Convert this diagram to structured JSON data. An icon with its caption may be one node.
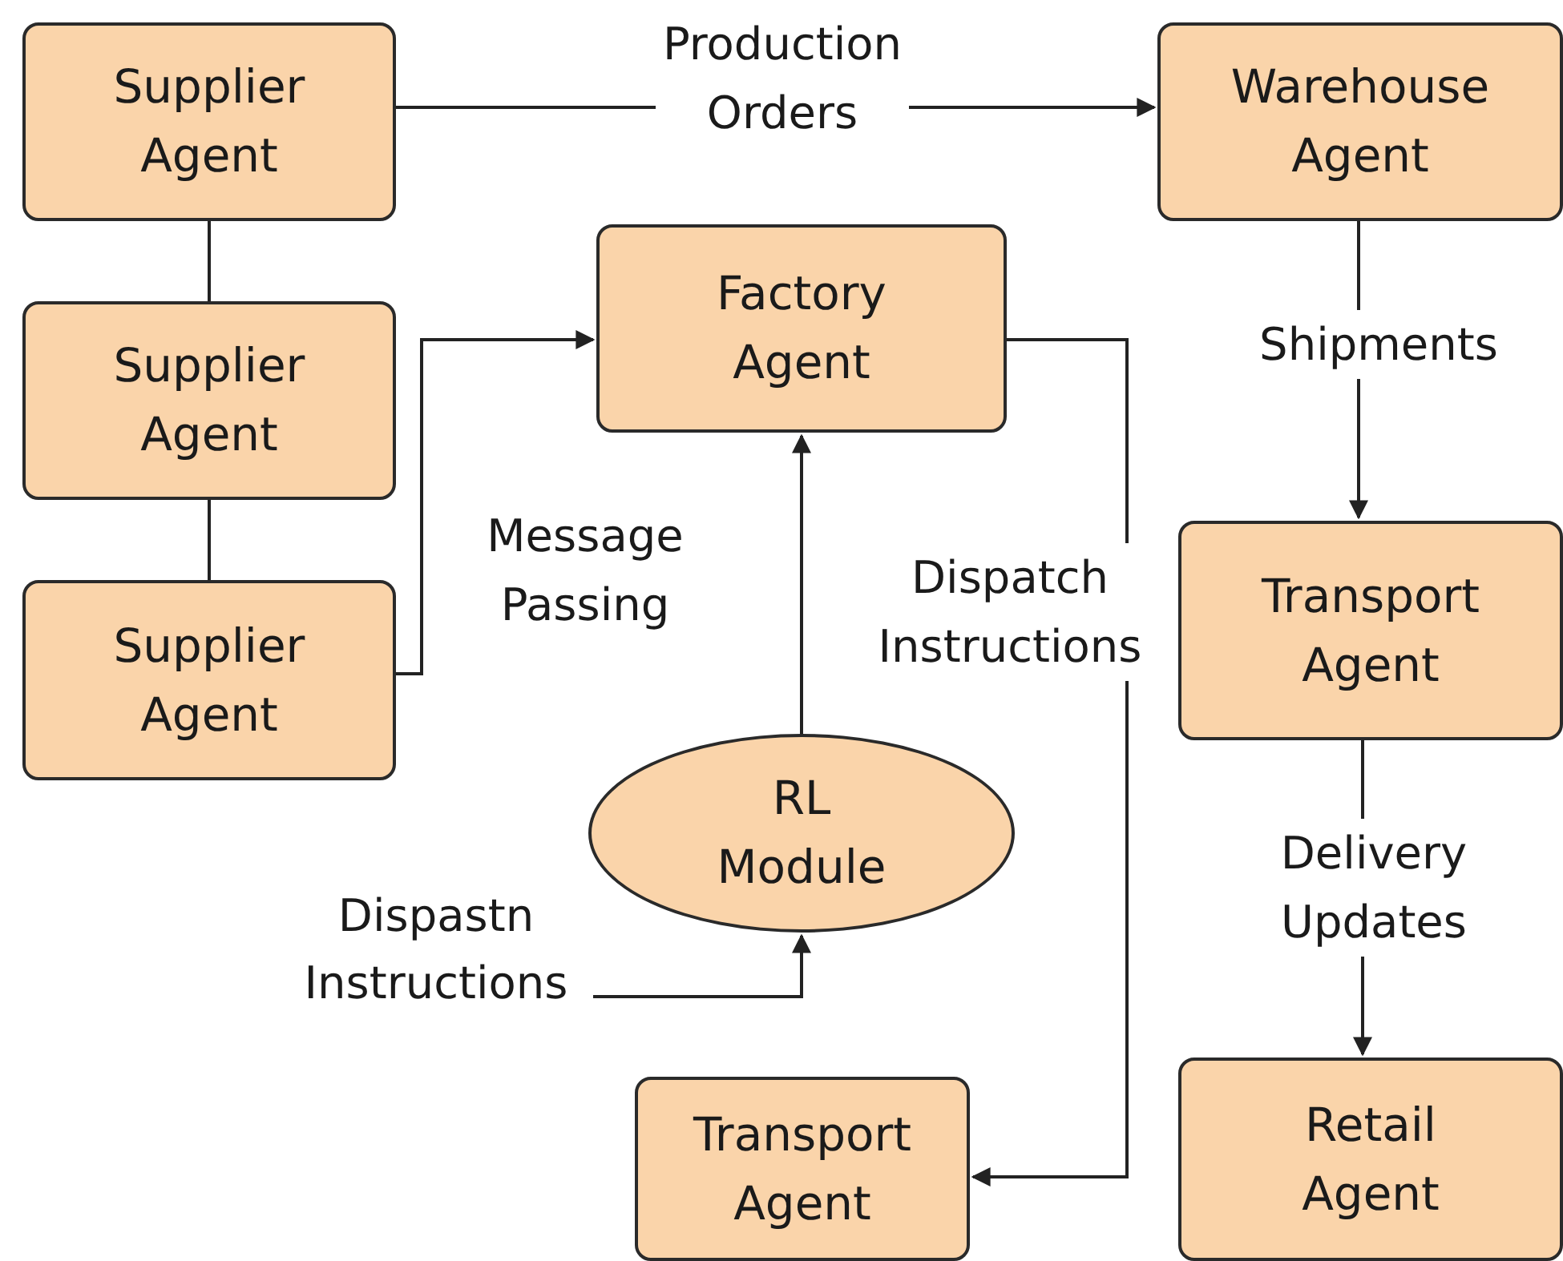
{
  "diagram": {
    "nodes": [
      {
        "text": [
          "Supplier Agent"
        ]
      },
      {
        "text": [
          "Supplier Agent"
        ]
      },
      {
        "text": [
          "Supplier Agent"
        ]
      },
      {
        "text": [
          "Factory Agent"
        ]
      },
      {
        "text": [
          "Warehouse Agent"
        ]
      },
      {
        "text": [
          "Transport Agent"
        ]
      },
      {
        "text": [
          "RL Module"
        ]
      },
      {
        "text": [
          "Transport Agent"
        ]
      },
      {
        "text": [
          "Retail Agent"
        ]
      },
      {
        "text": [
          "Dispastn Instructions"
        ]
      }
    ],
    "edges": [
      {
        "from": 0,
        "to": 4,
        "arrow": "to",
        "label": "Production Orders"
      },
      {
        "from": 0,
        "to": 1,
        "arrow": "none"
      },
      {
        "from": 1,
        "to": 2,
        "arrow": "none"
      },
      {
        "from": 2,
        "to": 3,
        "arrow": "to"
      },
      {
        "from": 6,
        "to": 3,
        "arrow": "to"
      },
      {
        "from": 3,
        "to": 7,
        "arrow": "to",
        "label": "Dispatch Instructions"
      },
      {
        "from": 4,
        "to": 5,
        "arrow": "to",
        "label": "Shipments"
      },
      {
        "from": 5,
        "to": 8,
        "arrow": "to",
        "label": "Delivery Updates"
      },
      {
        "from": 9,
        "to": 6,
        "arrow": "to"
      }
    ],
    "labels": [
      "Message Passing"
    ]
  }
}
